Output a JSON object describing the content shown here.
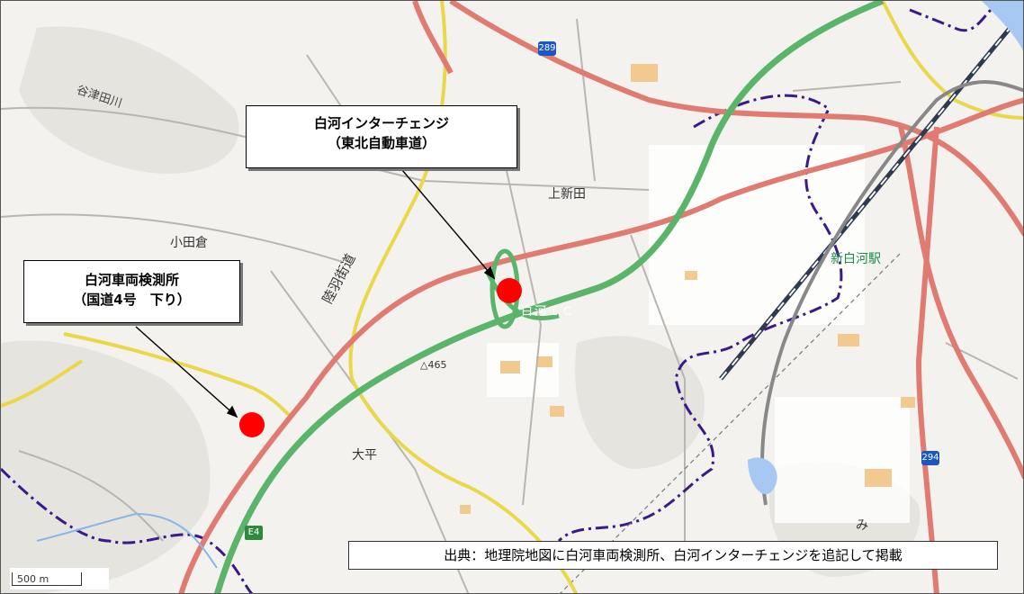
{
  "map": {
    "place_labels": {
      "kamishinden": "上新田",
      "odakura": "小田倉",
      "ohira": "大平",
      "mi": "み"
    },
    "river_label": "谷津田川",
    "road_label": "陸羽街道",
    "ic_label": "白河ＩＣ",
    "station_label": "新白河駅",
    "elevation_label": "△465",
    "route_shields": {
      "r289": "289",
      "r294": "294",
      "e4": "E4"
    },
    "colors": {
      "national_road": "#e07b72",
      "expressway": "#5ab46a",
      "prefectural_road": "#e8d84a",
      "boundary": "#3a1a8a",
      "railway": "#33404f",
      "marker": "#ff0000",
      "background": "#f4f2ee"
    }
  },
  "callouts": {
    "interchange": {
      "line1": "白河インターチェンジ",
      "line2": "（東北自動車道）"
    },
    "inspection_station": {
      "line1": "白河車両検測所",
      "line2": "（国道4号　下り）"
    }
  },
  "source_note": "出典：地理院地図に白河車両検測所、白河インターチェンジを追記して掲載",
  "scale": {
    "label": "500 m"
  }
}
